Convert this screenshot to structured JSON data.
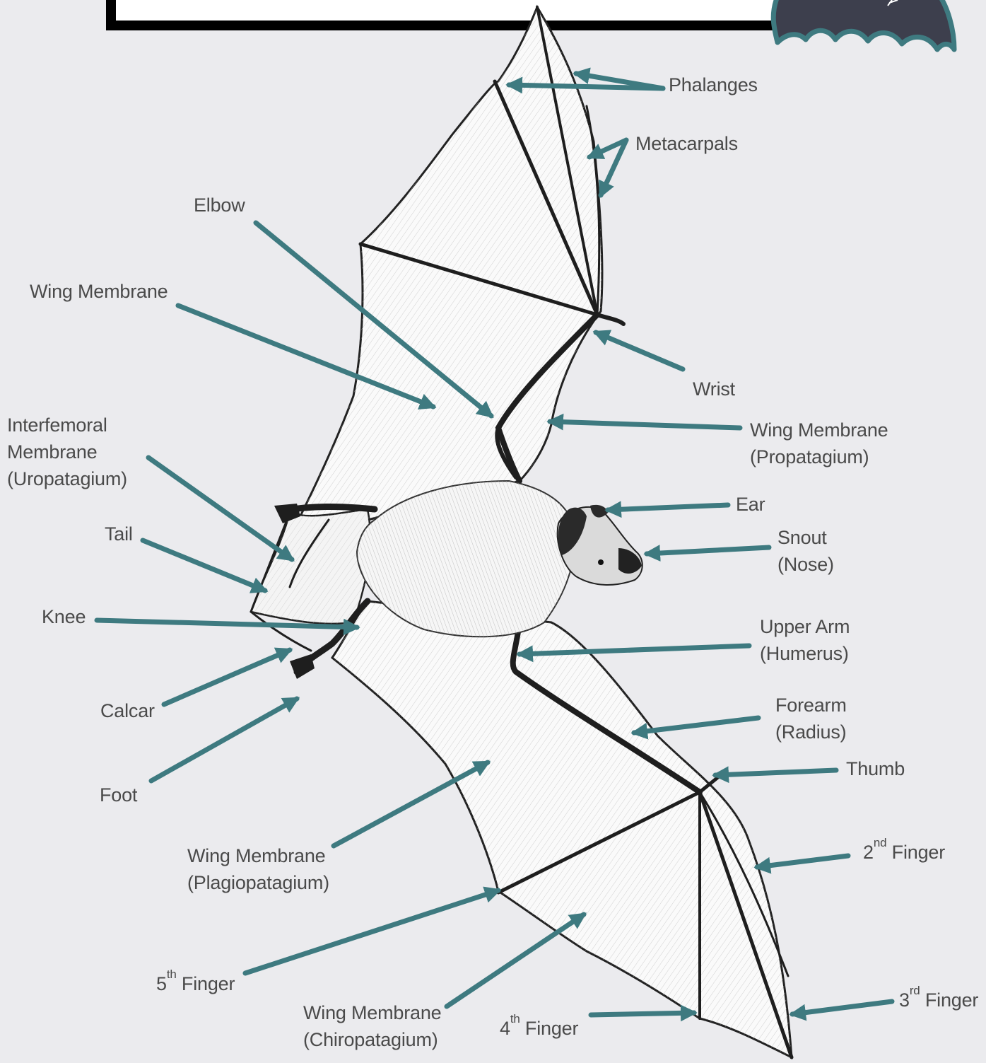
{
  "colors": {
    "background": "#ebebee",
    "accent": "#3e7a80",
    "label_text": "#4a4a4a",
    "frame": "#000000",
    "corner_bat": "#3d3f4d",
    "drawing_ink": "#1e1e1e"
  },
  "labels": {
    "phalanges": "Phalanges",
    "metacarpals": "Metacarpals",
    "elbow": "Elbow",
    "wing_membrane": "Wing Membrane",
    "wrist": "Wrist",
    "propatagium_1": "Wing Membrane",
    "propatagium_2": "(Propatagium)",
    "interfemoral_1": "Interfemoral",
    "interfemoral_2": "Membrane",
    "interfemoral_3": "(Uropatagium)",
    "ear": "Ear",
    "snout_1": "Snout",
    "snout_2": "(Nose)",
    "tail": "Tail",
    "knee": "Knee",
    "upper_arm_1": "Upper Arm",
    "upper_arm_2": "(Humerus)",
    "calcar": "Calcar",
    "forearm_1": "Forearm",
    "forearm_2": "(Radius)",
    "foot": "Foot",
    "thumb": "Thumb",
    "plagio_1": "Wing Membrane",
    "plagio_2": "(Plagiopatagium)",
    "second_finger_num": "2",
    "second_finger_sup": "nd",
    "second_finger_word": "Finger",
    "fifth_finger_num": "5",
    "fifth_finger_sup": "th",
    "fifth_finger_word": "Finger",
    "chiro_1": "Wing Membrane",
    "chiro_2": "(Chiropatagium)",
    "fourth_finger_num": "4",
    "fourth_finger_sup": "th",
    "fourth_finger_word": "Finger",
    "third_finger_num": "3",
    "third_finger_sup": "rd",
    "third_finger_word": "Finger"
  },
  "corner_icon": "bat-wing-icon"
}
